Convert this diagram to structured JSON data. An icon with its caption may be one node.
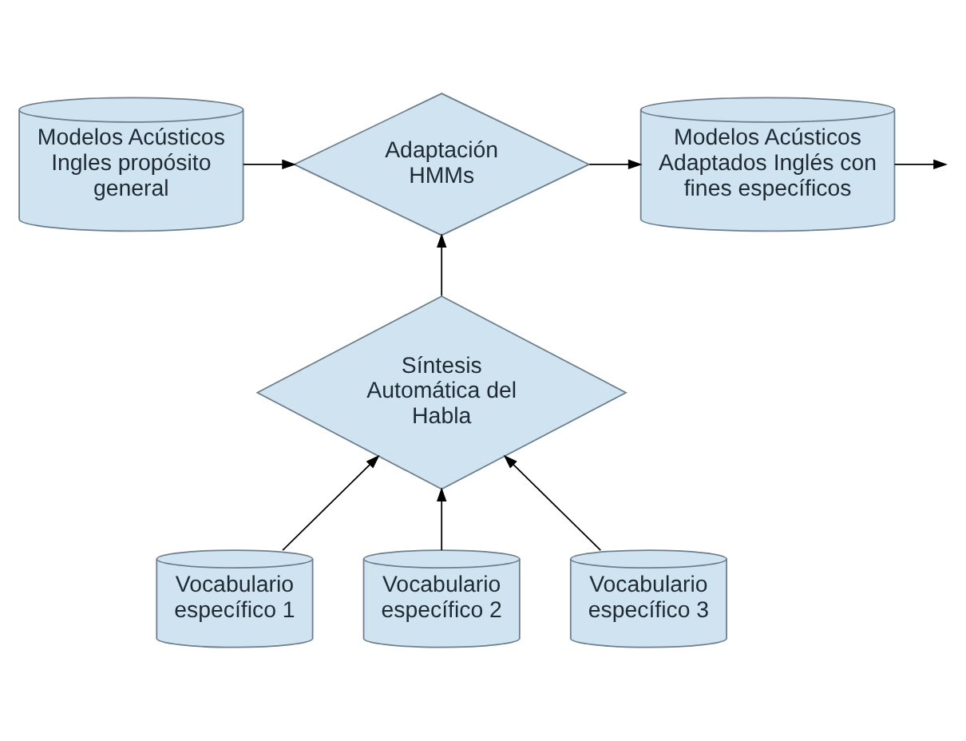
{
  "diagram": {
    "nodes": [
      {
        "text": [
          "Modelos Acústicos Ingles propósito general"
        ]
      },
      {
        "text": [
          "Adaptación HMMs"
        ]
      },
      {
        "text": [
          "Modelos Acústicos Adaptados Inglés con fines específicos"
        ]
      },
      {
        "text": [
          "Síntesis Automática del Habla"
        ]
      },
      {
        "text": [
          "Vocabulario específico 1"
        ]
      },
      {
        "text": [
          "Vocabulario específico 2"
        ]
      },
      {
        "text": [
          "Vocabulario específico 3"
        ]
      }
    ],
    "edges": [
      {
        "from": 0,
        "to": 1,
        "arrow": "to"
      },
      {
        "from": 1,
        "to": 2,
        "arrow": "to"
      },
      {
        "from": 2,
        "to": null,
        "arrow": "to"
      },
      {
        "from": 3,
        "to": 1,
        "arrow": "to"
      },
      {
        "from": 4,
        "to": 3,
        "arrow": "to"
      },
      {
        "from": 5,
        "to": 3,
        "arrow": "to"
      },
      {
        "from": 6,
        "to": 3,
        "arrow": "to"
      }
    ]
  }
}
